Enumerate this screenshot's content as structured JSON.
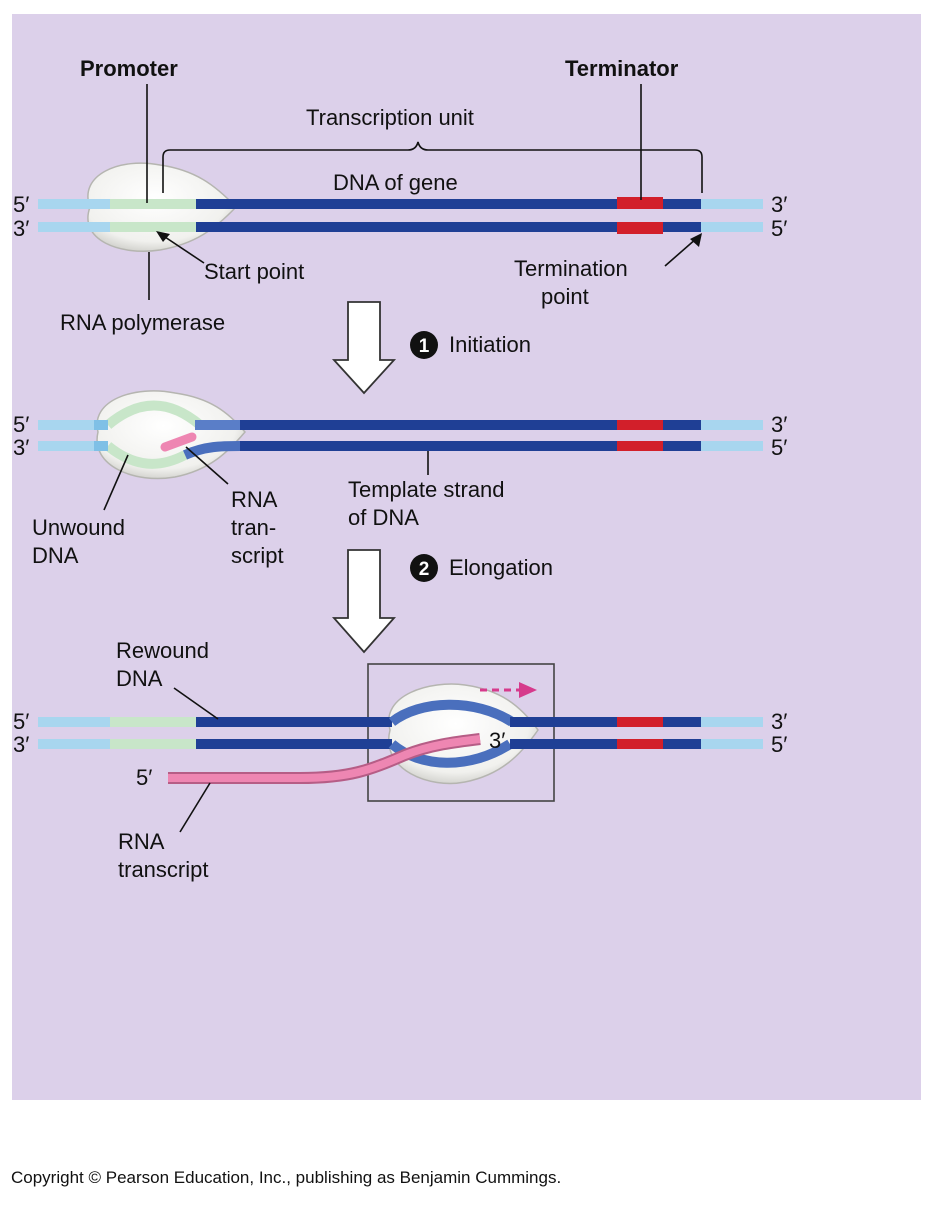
{
  "labels": {
    "promoter": "Promoter",
    "terminator": "Terminator",
    "transcription_unit": "Transcription unit",
    "dna_of_gene": "DNA of gene",
    "start_point": "Start point",
    "termination_point_1": "Termination",
    "termination_point_2": "point",
    "rna_polymerase": "RNA polymerase",
    "template_strand_1": "Template strand",
    "template_strand_2": "of DNA",
    "unwound_dna_1": "Unwound",
    "unwound_dna_2": "DNA",
    "rna_transcript_short_1": "RNA",
    "rna_transcript_short_2": "tran-",
    "rna_transcript_short_3": "script",
    "rewound_dna_1": "Rewound",
    "rewound_dna_2": "DNA",
    "rna_transcript_1": "RNA",
    "rna_transcript_2": "transcript",
    "five_prime": "5′",
    "three_prime": "3′"
  },
  "steps": [
    {
      "number": "1",
      "label": "Initiation"
    },
    {
      "number": "2",
      "label": "Elongation"
    }
  ],
  "copyright": "Copyright © Pearson Education, Inc., publishing as Benjamin Cummings.",
  "colors": {
    "background": "#dcd0ea",
    "dna_dark": "#1f3f95",
    "dna_light": "#a8d6ef",
    "promoter": "#c8e6c9",
    "terminator": "#d21f2a",
    "rna": "#ee86b2",
    "polymerase": "#f5f5f3"
  }
}
